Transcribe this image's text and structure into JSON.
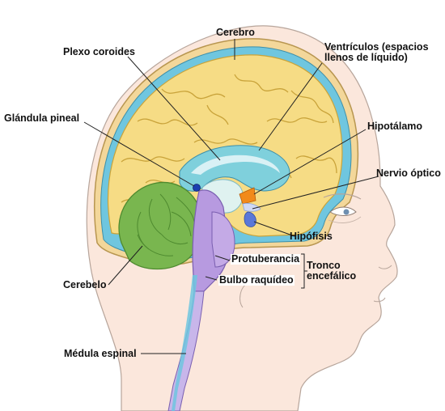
{
  "labels": {
    "cerebro": "Cerebro",
    "plexo_coroides": "Plexo coroides",
    "ventriculos_line1": "Ventrículos (espacios",
    "ventriculos_line2": "llenos de líquido)",
    "glandula_pineal": "Glándula pineal",
    "hipotalamo": "Hipotálamo",
    "nervio_optico": "Nervio óptico",
    "hipofisis": "Hipófisis",
    "protuberancia": "Protuberancia",
    "tronco_line1": "Tronco",
    "tronco_line2": "encefálico",
    "bulbo_raquideo": "Bulbo raquídeo",
    "cerebelo": "Cerebelo",
    "medula_espinal": "Médula espinal"
  },
  "colors": {
    "skin": "#fbe7dc",
    "skin_outline": "#b7a59b",
    "skull": "#f3d79a",
    "skull_outline": "#b89650",
    "csf_blue": "#6fc6df",
    "cortex": "#f6dc85",
    "cortex_outline": "#c9a33a",
    "ventricle": "#7fd0dc",
    "cerebellum": "#79b64f",
    "cerebellum_dark": "#4e8a2f",
    "brainstem": "#b79ae0",
    "pineal": "#1b3fb0",
    "hypothalamus": "#f28a1a",
    "pituitary": "#5a78d8"
  }
}
